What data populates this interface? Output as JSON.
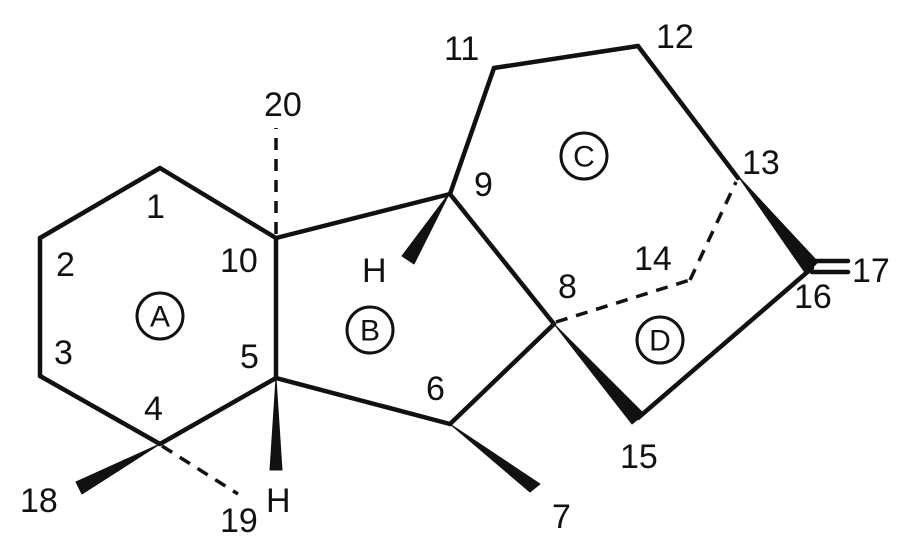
{
  "diagram": {
    "atom_numbers": {
      "n1": "1",
      "n2": "2",
      "n3": "3",
      "n4": "4",
      "n5": "5",
      "n6": "6",
      "n7": "7",
      "n8": "8",
      "n9": "9",
      "n10": "10",
      "n11": "11",
      "n12": "12",
      "n13": "13",
      "n14": "14",
      "n15": "15",
      "n16": "16",
      "n17": "17",
      "n18": "18",
      "n19": "19",
      "n20": "20"
    },
    "hydrogens": {
      "h9": "H",
      "h5": "H"
    },
    "rings": {
      "A": "A",
      "B": "B",
      "C": "C",
      "D": "D"
    }
  }
}
